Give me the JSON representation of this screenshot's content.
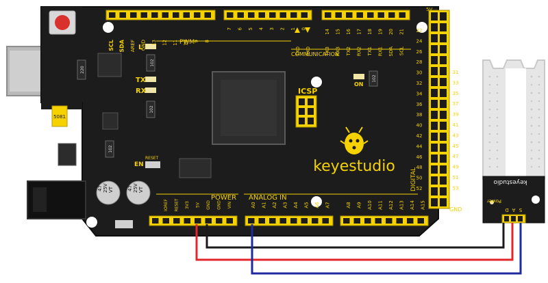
{
  "board": {
    "brand": "keyestudio",
    "top_left_labels": [
      "SCL",
      "SDA",
      "AREF",
      "GND",
      "13",
      "12",
      "11",
      "10",
      "9",
      "8"
    ],
    "top_mid_labels": [
      "7",
      "6",
      "5",
      "4",
      "3",
      "2",
      "1",
      "0"
    ],
    "tx0": "TX0",
    "rx0": "RX0",
    "top_right_labels": [
      "TX3",
      "RX3",
      "TX2",
      "RX2",
      "TX1",
      "RX1",
      "SDA",
      "SCL"
    ],
    "top_right_numbers": [
      "14",
      "15",
      "16",
      "17",
      "18",
      "19",
      "20",
      "21"
    ],
    "pwm": "PWM",
    "communication": "COMMUNICATION",
    "five_v": "5V",
    "l_led": "L",
    "tx_led": "TX",
    "rx_led": "RX",
    "on_led": "ON",
    "icsp": "ICSP",
    "en": "EN",
    "reset_btn": "RESET",
    "digital": "DIGITAL",
    "gnd_corner": "GND",
    "left_col_numbers": [
      "22",
      "24",
      "26",
      "28",
      "30",
      "32",
      "34",
      "36",
      "38",
      "40",
      "42",
      "44",
      "46",
      "48",
      "50",
      "52"
    ],
    "right_col_numbers": [
      "31",
      "33",
      "35",
      "37",
      "39",
      "41",
      "43",
      "45",
      "47",
      "49",
      "51",
      "53"
    ],
    "power_title": "POWER",
    "analog_title": "ANALOG IN",
    "power_pins": [
      "IOREF",
      "RESET",
      "3V3",
      "5V",
      "GND",
      "GND",
      "VIN"
    ],
    "analog_pins_a": [
      "A0",
      "A1",
      "A2",
      "A3",
      "A4",
      "A5",
      "A6",
      "A7"
    ],
    "analog_pins_b": [
      "A8",
      "A9",
      "A10",
      "A11",
      "A12",
      "A13",
      "A14",
      "A15"
    ],
    "resistor_220": "220",
    "resistor_102_a": "102",
    "resistor_102_b": "102",
    "resistor_102_c": "102",
    "resistor_102_d": "102",
    "fuse": "5081",
    "cap_line1": "47",
    "cap_line2": "25V",
    "cap_line3": "VT"
  },
  "sensor": {
    "brand": "keyestudio",
    "power_label": "Power",
    "pins": [
      "D",
      "A",
      "S"
    ]
  },
  "wire_colors": {
    "black": "#1a1a1a",
    "red": "#e3262b",
    "blue": "#1f2a9e"
  },
  "colors": {
    "board": "#1a1a1a",
    "header": "#f5d200",
    "yellow_text": "#f5d200",
    "sensor_white": "#e9e9e9"
  }
}
